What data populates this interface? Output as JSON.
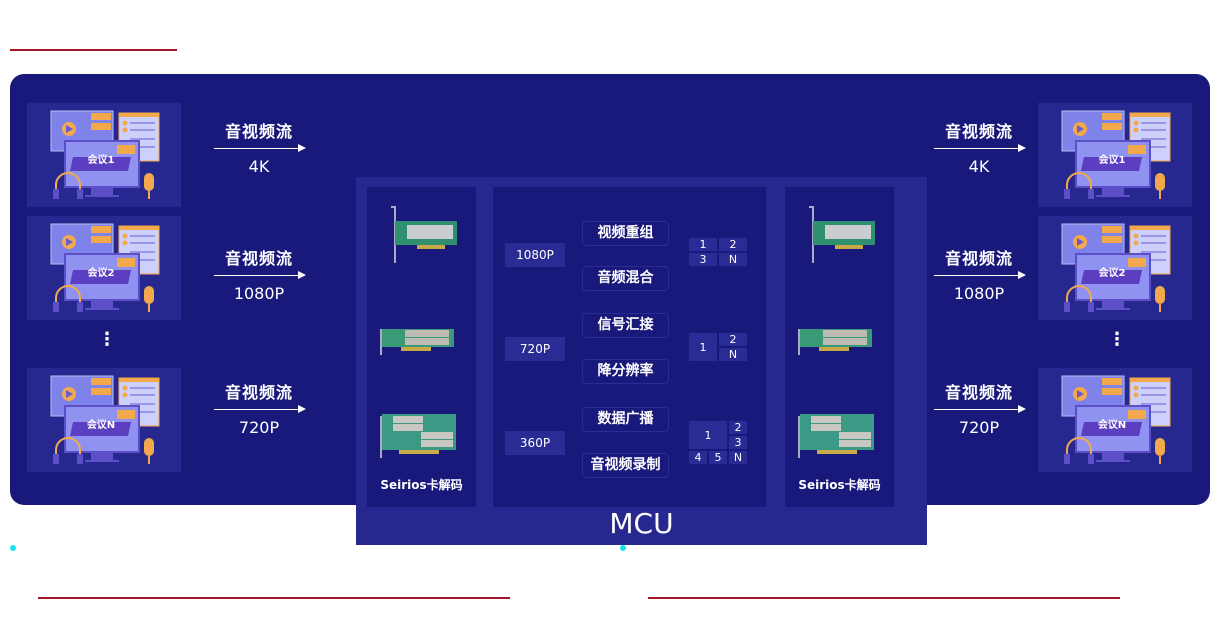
{
  "colors": {
    "background": "#19197c",
    "panel": "#27288f",
    "accent_line": "#a3162a",
    "dot": "#19e3f0"
  },
  "left_meetings": [
    "会议1",
    "会议2",
    "会议N"
  ],
  "right_meetings": [
    "会议1",
    "会议2",
    "会议N"
  ],
  "left_flows": [
    {
      "title": "音视频流",
      "res": "4K"
    },
    {
      "title": "音视频流",
      "res": "1080P"
    },
    {
      "title": "音视频流",
      "res": "720P"
    }
  ],
  "right_flows": [
    {
      "title": "音视频流",
      "res": "4K"
    },
    {
      "title": "音视频流",
      "res": "1080P"
    },
    {
      "title": "音视频流",
      "res": "720P"
    }
  ],
  "ellipsis": "⋮",
  "mcu": {
    "label": "MCU",
    "left_decoder": "Seirios卡解码",
    "right_decoder": "Seirios卡解码",
    "resolutions": [
      "1080P",
      "720P",
      "360P"
    ],
    "functions": [
      "视频重组",
      "音频混合",
      "信号汇接",
      "降分辨率",
      "数据广播",
      "音视频录制"
    ],
    "layouts": [
      [
        "1",
        "2",
        "3",
        "N"
      ],
      [
        "1",
        "2",
        "N"
      ],
      [
        "1",
        "2",
        "3",
        "4",
        "5",
        "N"
      ]
    ]
  }
}
